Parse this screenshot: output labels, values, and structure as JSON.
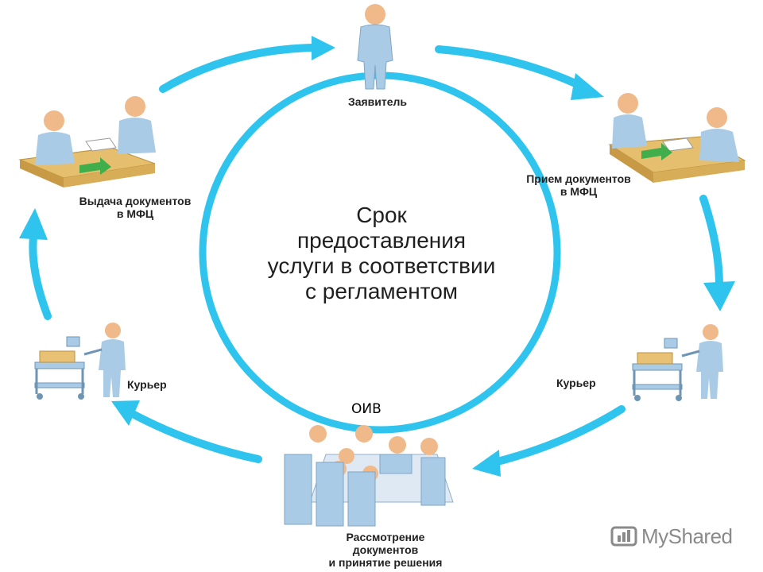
{
  "center": {
    "lines": [
      "Срок",
      "предоставления",
      "услуги в соответствии",
      "с регламентом"
    ]
  },
  "nodes": {
    "applicant": {
      "label": "Заявитель"
    },
    "intake": {
      "line1": "Прием документов",
      "line2": "в МФЦ"
    },
    "courier_right": {
      "label": "Курьер"
    },
    "review": {
      "line1": "Рассмотрение",
      "line2": "документов",
      "line3": "и принятие решения"
    },
    "courier_left": {
      "label": "Курьер"
    },
    "issue": {
      "line1": "Выдача документов",
      "line2": "в МФЦ"
    }
  },
  "oiv_label": "ОИВ",
  "watermark": {
    "text": "MyShared"
  },
  "colors": {
    "cycle_blue": "#2ec4ee",
    "figure_body": "#aacbe6",
    "figure_head": "#f0b98a",
    "desk": "#e6bf6e"
  }
}
